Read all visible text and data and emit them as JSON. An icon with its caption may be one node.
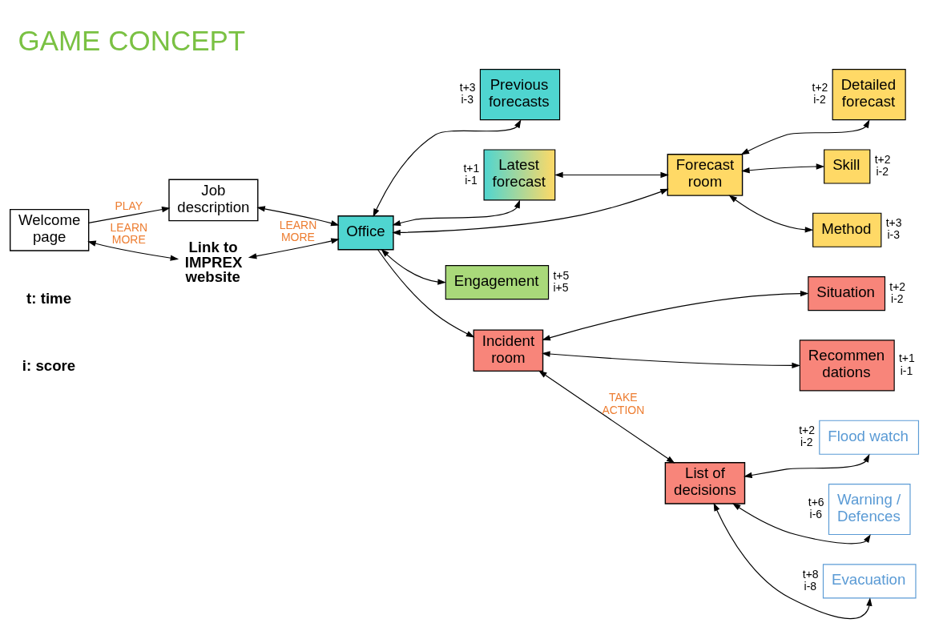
{
  "diagram": {
    "title": "GAME CONCEPT",
    "nodes": [
      {
        "text": [
          "Welcome page"
        ]
      },
      {
        "text": [
          "Job description"
        ]
      },
      {
        "text": [
          "Office"
        ]
      },
      {
        "text": [
          "Previous forecasts"
        ],
        "beside": [
          "t+3 i-3"
        ]
      },
      {
        "text": [
          "Latest forecast"
        ],
        "beside": [
          "t+1 i-1"
        ]
      },
      {
        "text": [
          "Forecast room"
        ]
      },
      {
        "text": [
          "Detailed forecast"
        ],
        "beside": [
          "t+2 i-2"
        ]
      },
      {
        "text": [
          "Skill"
        ],
        "beside": [
          "t+2 i-2"
        ]
      },
      {
        "text": [
          "Method"
        ],
        "beside": [
          "t+3 i-3"
        ]
      },
      {
        "text": [
          "Engagement"
        ],
        "beside": [
          "t+5 i+5"
        ]
      },
      {
        "text": [
          "Link to IMPREX website"
        ]
      },
      {
        "text": [
          "Incident room"
        ]
      },
      {
        "text": [
          "Situation"
        ],
        "beside": [
          "t+2 i-2"
        ]
      },
      {
        "text": [
          "Recommen dations"
        ],
        "beside": [
          "t+1 i-1"
        ]
      },
      {
        "text": [
          "List of decisions"
        ]
      },
      {
        "text": [
          "Flood watch"
        ],
        "beside": [
          "t+2 i-2"
        ]
      },
      {
        "text": [
          "Warning / Defences"
        ],
        "beside": [
          "t+6 i-6"
        ]
      },
      {
        "text": [
          "Evacuation"
        ],
        "beside": [
          "t+8 i-8"
        ]
      }
    ],
    "edges": [
      {
        "from": 0,
        "to": 1,
        "arrow": "to",
        "label": "PLAY"
      },
      {
        "from": 0,
        "to": 10,
        "arrow": "both",
        "label": "LEARN MORE"
      },
      {
        "from": 1,
        "to": 2,
        "arrow": "both"
      },
      {
        "from": 2,
        "to": 10,
        "arrow": "both",
        "label": "LEARN MORE"
      },
      {
        "from": 2,
        "to": 3,
        "arrow": "both"
      },
      {
        "from": 2,
        "to": 4,
        "arrow": "both"
      },
      {
        "from": 4,
        "to": 5,
        "arrow": "both"
      },
      {
        "from": 2,
        "to": 5,
        "arrow": "both"
      },
      {
        "from": 5,
        "to": 6,
        "arrow": "both"
      },
      {
        "from": 5,
        "to": 7,
        "arrow": "both"
      },
      {
        "from": 5,
        "to": 8,
        "arrow": "both"
      },
      {
        "from": 2,
        "to": 9,
        "arrow": "both"
      },
      {
        "from": 2,
        "to": 11,
        "arrow": "to"
      },
      {
        "from": 11,
        "to": 12,
        "arrow": "both"
      },
      {
        "from": 11,
        "to": 13,
        "arrow": "both"
      },
      {
        "from": 11,
        "to": 14,
        "arrow": "both",
        "label": "TAKE ACTION"
      },
      {
        "from": 14,
        "to": 15,
        "arrow": "both"
      },
      {
        "from": 14,
        "to": 16,
        "arrow": "both"
      },
      {
        "from": 14,
        "to": 17,
        "arrow": "both"
      }
    ],
    "labels": [
      "t: time",
      "i: score"
    ]
  }
}
